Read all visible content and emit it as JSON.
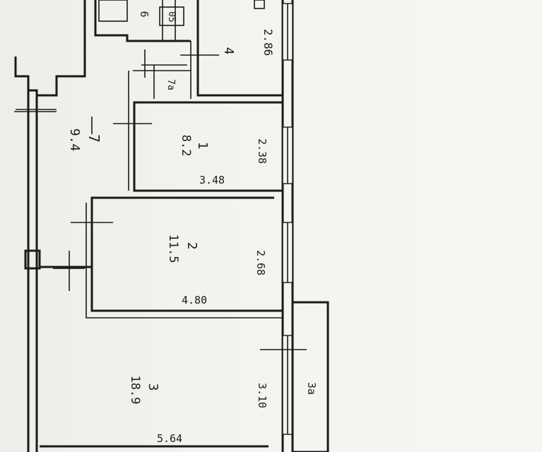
{
  "plan": {
    "rooms": [
      {
        "id": "room-4",
        "number": "4",
        "dimension": "2.86"
      },
      {
        "id": "room-1",
        "number": "1",
        "area": "8.2",
        "dimensions": [
          "2.38",
          "3.48"
        ]
      },
      {
        "id": "room-7",
        "number": "7",
        "area": "9.4"
      },
      {
        "id": "room-7a",
        "number": "7a"
      },
      {
        "id": "room-6",
        "number": "6"
      },
      {
        "id": "room-2",
        "number": "2",
        "area": "11.5",
        "dimensions": [
          "2.68",
          "4.80"
        ]
      },
      {
        "id": "room-3",
        "number": "3",
        "area": "18.9",
        "dimensions": [
          "3.10",
          "5.64"
        ]
      },
      {
        "id": "balcony-3a",
        "number": "3a"
      }
    ],
    "fixture_label": "05"
  }
}
